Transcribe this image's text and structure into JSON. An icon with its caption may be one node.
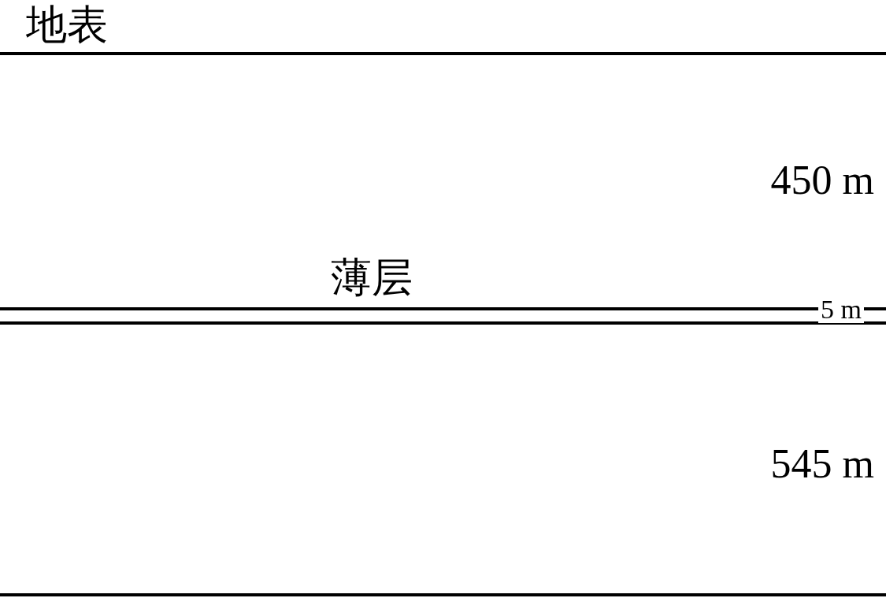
{
  "diagram": {
    "labels": [
      "地表",
      "450 m",
      "薄层",
      "5 m",
      "545 m"
    ]
  }
}
